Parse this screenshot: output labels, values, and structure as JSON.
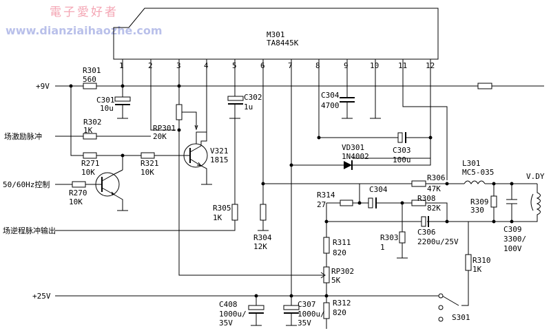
{
  "watermark": {
    "cn": "電子愛好者",
    "url": "www.dianziaihaozhe.com"
  },
  "ic": {
    "name": "M301",
    "part": "TA8445K",
    "pins": [
      "1",
      "2",
      "3",
      "4",
      "5",
      "6",
      "7",
      "8",
      "9",
      "10",
      "11",
      "12"
    ]
  },
  "rails": {
    "v9": "+9V",
    "v25": "+25V"
  },
  "inputs": {
    "field_excite": "场激励脉冲",
    "control_5060": "50/60Hz控制",
    "flyback_out": "场逆程脉冲输出"
  },
  "components": [
    {
      "ref": "R301",
      "value": "560"
    },
    {
      "ref": "C301",
      "value": "10u"
    },
    {
      "ref": "R302",
      "value": "1K"
    },
    {
      "ref": "RP301",
      "value": "20K"
    },
    {
      "ref": "V321",
      "value": "1815"
    },
    {
      "ref": "R271",
      "value": "10K"
    },
    {
      "ref": "R321",
      "value": "10K"
    },
    {
      "ref": "R270",
      "value": "10K"
    },
    {
      "ref": "C302",
      "value": "1u"
    },
    {
      "ref": "C304",
      "value": "4700"
    },
    {
      "ref": "C303",
      "value": "100u"
    },
    {
      "ref": "VD301",
      "value": "1N4002"
    },
    {
      "ref": "R305",
      "value": "1K"
    },
    {
      "ref": "R304",
      "value": "12K"
    },
    {
      "ref": "R306",
      "value": "47K"
    },
    {
      "ref": "L301",
      "value": "MC5-035"
    },
    {
      "ref": "V.DY",
      "value": ""
    },
    {
      "ref": "R314",
      "value": "27"
    },
    {
      "ref": "C304",
      "value": ""
    },
    {
      "ref": "R308",
      "value": "82K"
    },
    {
      "ref": "R309",
      "value": "330"
    },
    {
      "ref": "C306",
      "value": "2200u/25V"
    },
    {
      "ref": "C309",
      "value": "3300/"
    },
    {
      "ref": "",
      "value": "100V"
    },
    {
      "ref": "R303",
      "value": "1"
    },
    {
      "ref": "R311",
      "value": "820"
    },
    {
      "ref": "R310",
      "value": "1K"
    },
    {
      "ref": "RP302",
      "value": "5K"
    },
    {
      "ref": "C408",
      "value": "1000u/"
    },
    {
      "ref": "",
      "value": "35V"
    },
    {
      "ref": "C307",
      "value": "1000u/"
    },
    {
      "ref": "",
      "value": "35V"
    },
    {
      "ref": "R312",
      "value": "820"
    },
    {
      "ref": "S301",
      "value": ""
    }
  ]
}
